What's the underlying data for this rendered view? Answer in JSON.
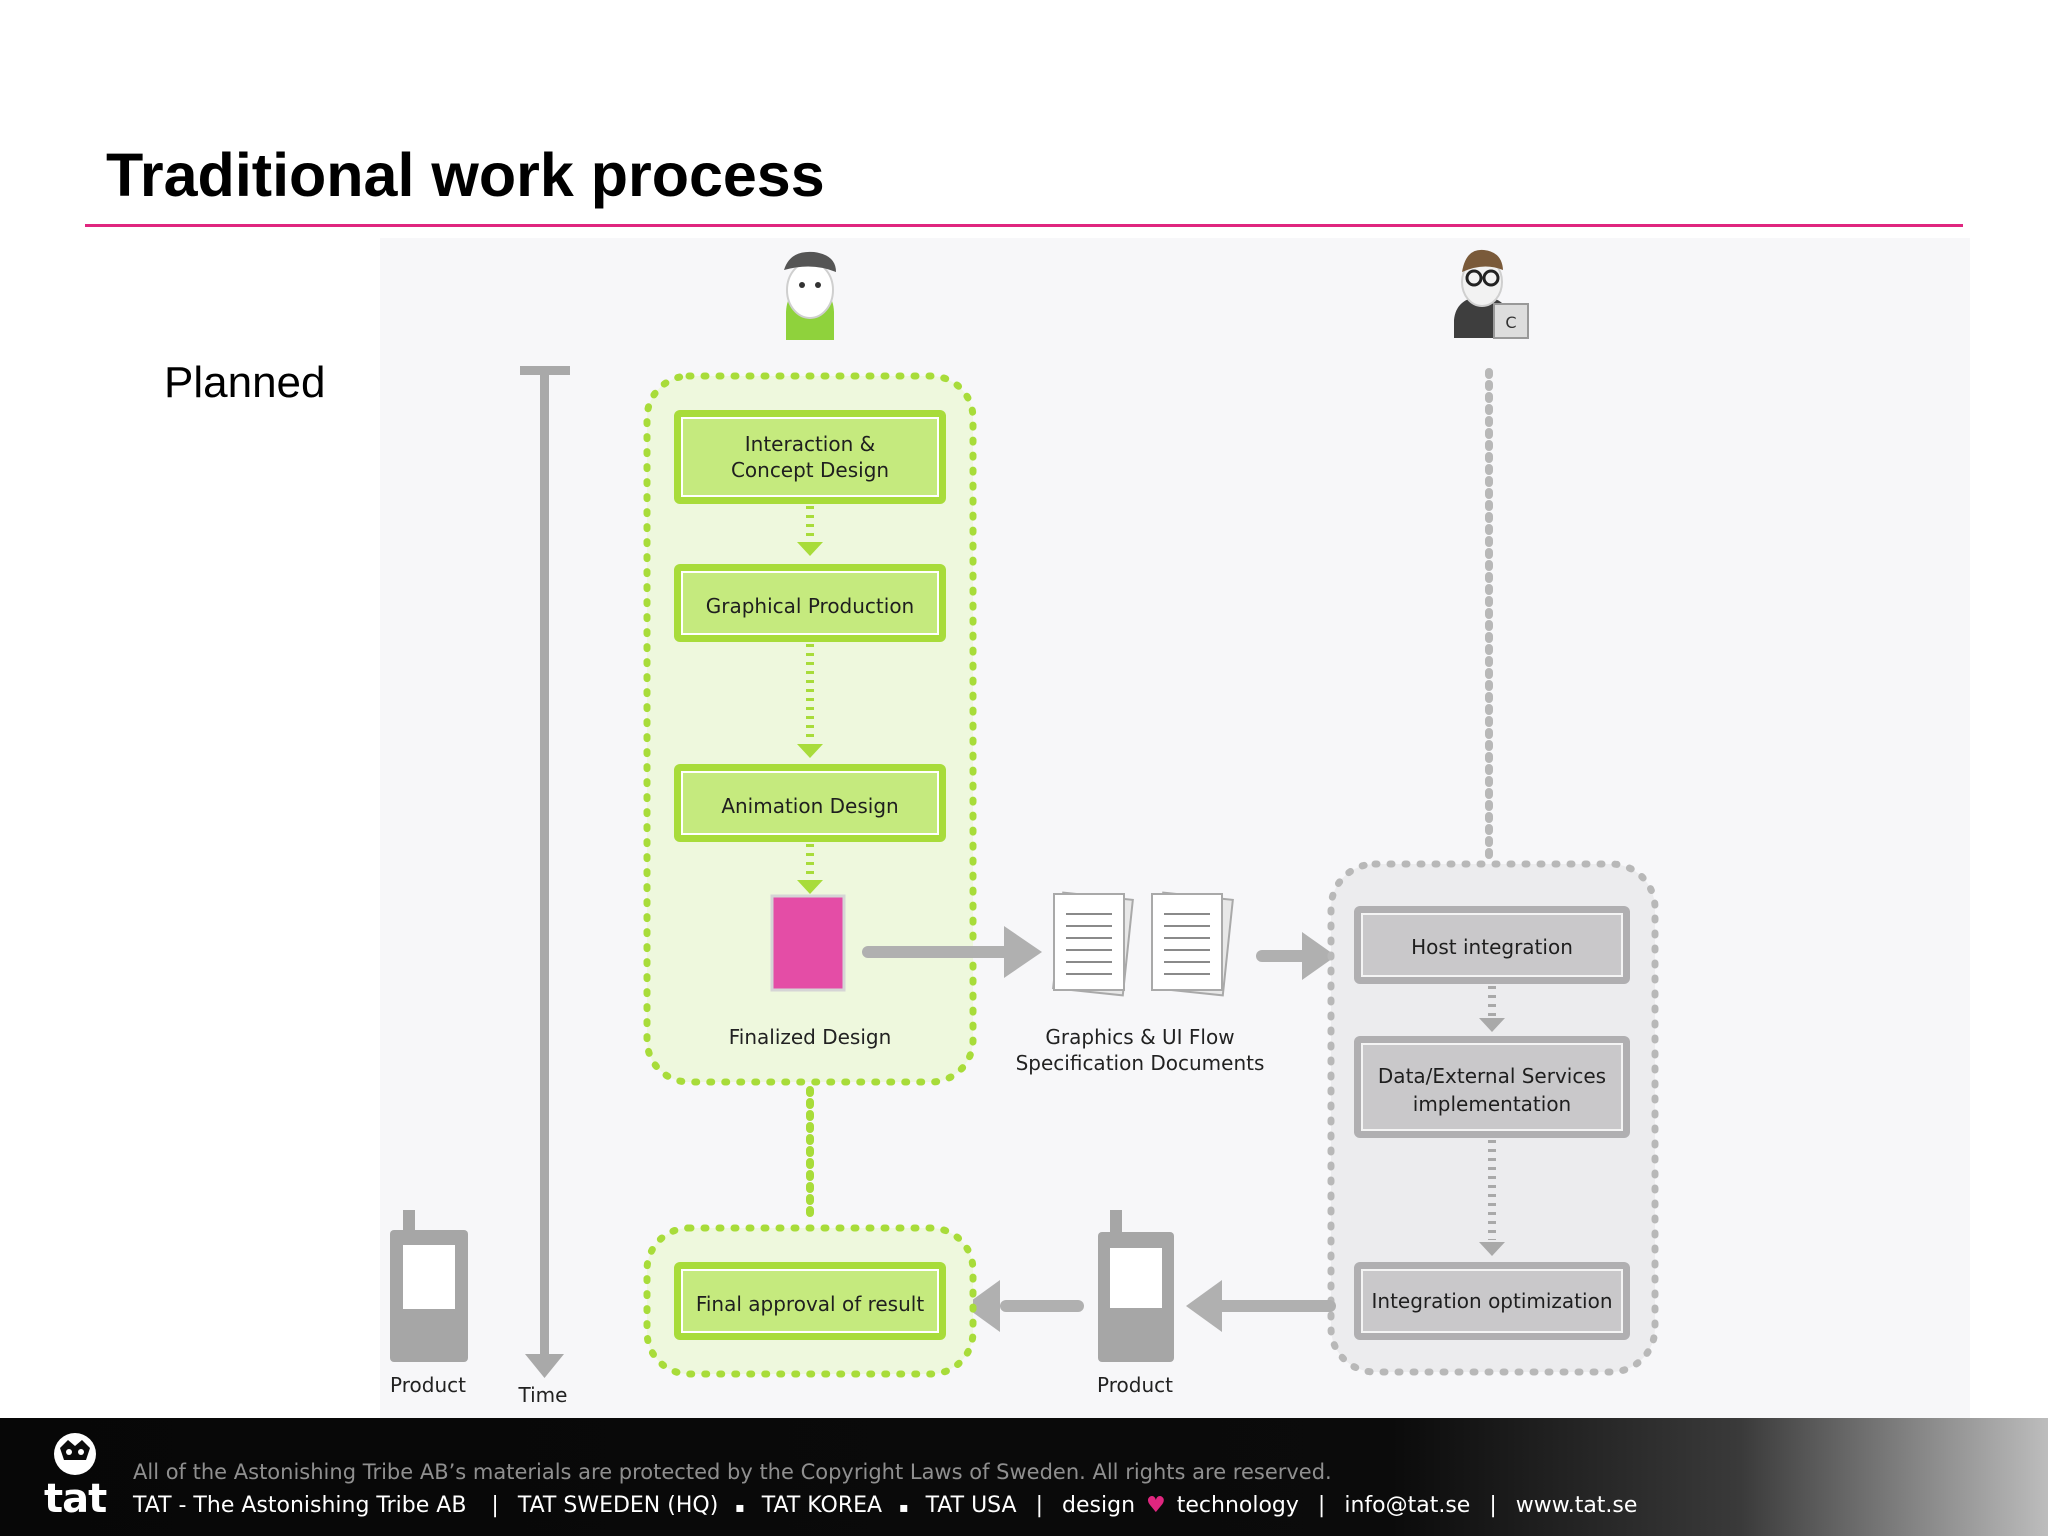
{
  "slide": {
    "title": "Traditional work process",
    "subtitle": "Planned"
  },
  "diagram": {
    "timeline_label": "Time",
    "product_left_label": "Product",
    "product_mid_label": "Product",
    "design_steps": [
      "Interaction &",
      "Concept Design",
      "Graphical Production",
      "Animation Design"
    ],
    "finalized_design_label": "Finalized Design",
    "spec_docs_label_line1": "Graphics & UI Flow",
    "spec_docs_label_line2": "Specification Documents",
    "dev_steps": {
      "host": "Host integration",
      "data_line1": "Data/External Services",
      "data_line2": "implementation",
      "optimization": "Integration optimization"
    },
    "final_approval_label": "Final approval of result",
    "colors": {
      "accent_pink": "#e0267f",
      "design_green": "#b6e05a",
      "design_green_light": "#e9f6cf",
      "dev_gray": "#bdbcbe",
      "dev_gray_light": "#e4e3e6"
    },
    "icons": [
      "designer-avatar-icon",
      "developer-avatar-icon",
      "phone-icon",
      "document-icon"
    ]
  },
  "footer": {
    "copyright": "All of the Astonishing Tribe AB’s materials are protected by the Copyright Laws of Sweden. All rights are reserved.",
    "logo_text": "tat",
    "company": "TAT - The Astonishing Tribe AB",
    "sep1": "|",
    "office_sweden": "TAT  SWEDEN (HQ)",
    "dot1": "▪",
    "office_korea": "TAT  KOREA",
    "dot2": "▪",
    "office_usa": "TAT  USA",
    "sep2": "|",
    "tagline_design": "design",
    "tagline_heart": "♥",
    "tagline_tech": "technology",
    "sep3": "|",
    "email": "info@tat.se",
    "sep4": "|",
    "website": "www.tat.se"
  }
}
